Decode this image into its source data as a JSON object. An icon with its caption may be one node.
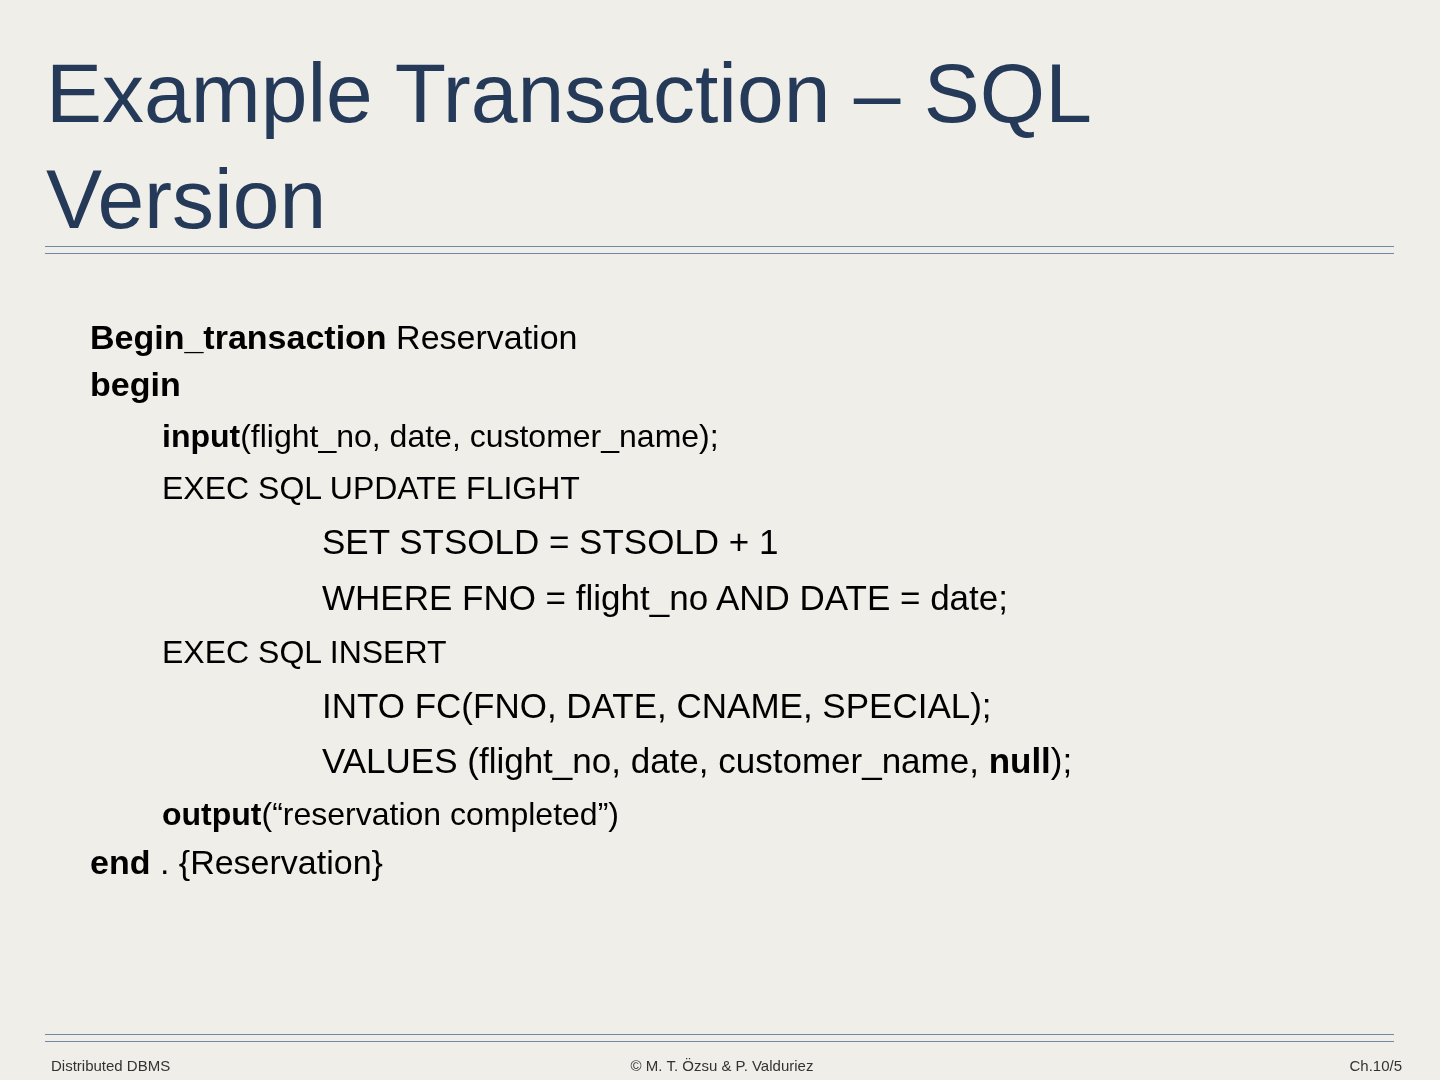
{
  "diagram": {
    "title": "Example Transaction – SQL Version",
    "labels": [
      "**Begin_transaction** Reservation",
      "**begin**",
      "**input**(flight_no, date, customer_name);",
      "EXEC SQL UPDATE FLIGHT",
      "SET STSOLD = STSOLD + 1",
      "WHERE FNO = flight_no AND DATE = date;",
      "EXEC SQL INSERT",
      "INTO FC(FNO, DATE, CNAME, SPECIAL);",
      "VALUES (flight_no, date, customer_name, **null**);",
      "**output**(“reservation completed”)",
      "**end** . {Reservation}",
      "Distributed DBMS",
      "© M. T. Özsu & P. Valduriez",
      "Ch.10/5"
    ]
  }
}
